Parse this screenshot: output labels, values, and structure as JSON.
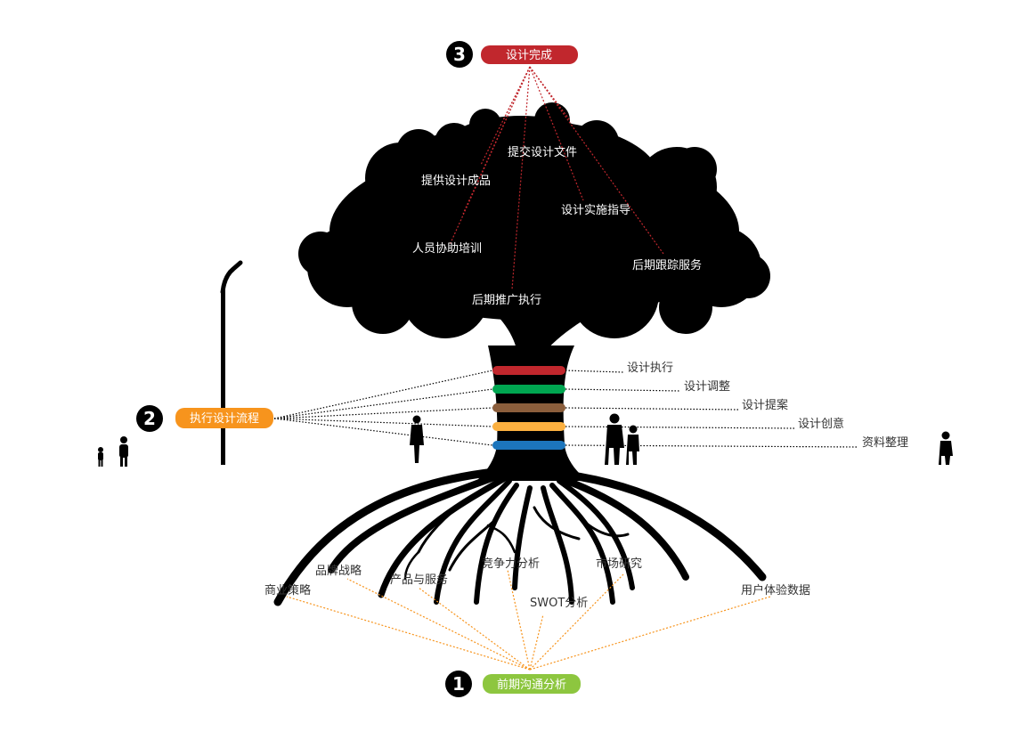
{
  "stages": {
    "one": {
      "number": "1",
      "label": "前期沟通分析",
      "color": "#8dc63f"
    },
    "two": {
      "number": "2",
      "label": "执行设计流程",
      "color": "#f7941d"
    },
    "three": {
      "number": "3",
      "label": "设计完成",
      "color": "#c1272d"
    }
  },
  "crown_items": [
    "提交设计文件",
    "提供设计成品",
    "设计实施指导",
    "人员协助培训",
    "后期跟踪服务",
    "后期推广执行"
  ],
  "trunk_bands": [
    {
      "label": "设计执行",
      "color": "#c1272d"
    },
    {
      "label": "设计调整",
      "color": "#00a651"
    },
    {
      "label": "设计提案",
      "color": "#8b5e3c"
    },
    {
      "label": "设计创意",
      "color": "#fbb040"
    },
    {
      "label": "资料整理",
      "color": "#1c75bc"
    }
  ],
  "root_items": [
    "商业策略",
    "品牌战略",
    "产品与服务",
    "竞争力分析",
    "SWOT分析",
    "市场研究",
    "用户体验数据"
  ],
  "colors": {
    "tree": "#000000",
    "root_lines": "#f7941d",
    "crown_lines": "#c1272d",
    "band_lines": "#000000"
  }
}
